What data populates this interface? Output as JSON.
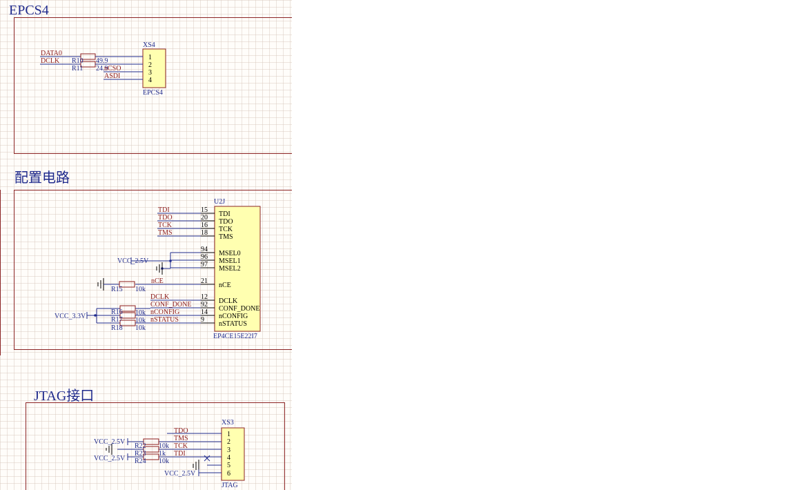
{
  "sections": {
    "epcs": {
      "title": "EPCS4"
    },
    "config": {
      "title": "配置电路"
    },
    "jtag": {
      "title": "JTAG接口"
    }
  },
  "epcs": {
    "connector": {
      "ref": "XS4",
      "value": "EPCS4",
      "pins": [
        "1",
        "2",
        "3",
        "4"
      ]
    },
    "nets": {
      "data0": "DATA0",
      "dclk": "DCLK",
      "ncso": "nCSO",
      "asdi": "ASDI"
    },
    "r10": {
      "ref": "R10",
      "value": "49.9"
    },
    "r11": {
      "ref": "R11",
      "value": "24.9"
    }
  },
  "config": {
    "chip": {
      "ref": "U2J",
      "value": "EP4CE15E22I7",
      "pins": [
        {
          "name": "TDI",
          "num": "15",
          "net": "TDI"
        },
        {
          "name": "TDO",
          "num": "20",
          "net": "TDO"
        },
        {
          "name": "TCK",
          "num": "16",
          "net": "TCK"
        },
        {
          "name": "TMS",
          "num": "18",
          "net": "TMS"
        },
        {
          "name": "MSEL0",
          "num": "94",
          "net": ""
        },
        {
          "name": "MSEL1",
          "num": "96",
          "net": ""
        },
        {
          "name": "MSEL2",
          "num": "97",
          "net": ""
        },
        {
          "name": "nCE",
          "num": "21",
          "net": "nCE"
        },
        {
          "name": "DCLK",
          "num": "12",
          "net": "DCLK"
        },
        {
          "name": "CONF_DONE",
          "num": "92",
          "net": "CONF_DONE"
        },
        {
          "name": "nCONFIG",
          "num": "14",
          "net": "nCONFIG"
        },
        {
          "name": "nSTATUS",
          "num": "9",
          "net": "nSTATUS"
        }
      ]
    },
    "power": {
      "vcc25": "VCC_2.5V",
      "vcc33": "VCC_3.3V"
    },
    "resistors": [
      {
        "ref": "R15",
        "value": "10k"
      },
      {
        "ref": "R16",
        "value": "10k"
      },
      {
        "ref": "R17",
        "value": "10k"
      },
      {
        "ref": "R18",
        "value": "10k"
      }
    ]
  },
  "jtag": {
    "connector": {
      "ref": "XS3",
      "value": "JTAG",
      "pins": [
        "1",
        "2",
        "3",
        "4",
        "5",
        "6"
      ]
    },
    "nets": {
      "tdo": "TDO",
      "tms": "TMS",
      "tck": "TCK",
      "tdi": "TDI"
    },
    "power": {
      "vcc_a": "VCC_2.5V",
      "vcc_b": "VCC_2.5V",
      "vcc_c": "VCC_2.5V"
    },
    "resistors": [
      {
        "ref": "R22",
        "value": "10k"
      },
      {
        "ref": "R23",
        "value": "1k"
      },
      {
        "ref": "R24",
        "value": "10k"
      }
    ]
  }
}
